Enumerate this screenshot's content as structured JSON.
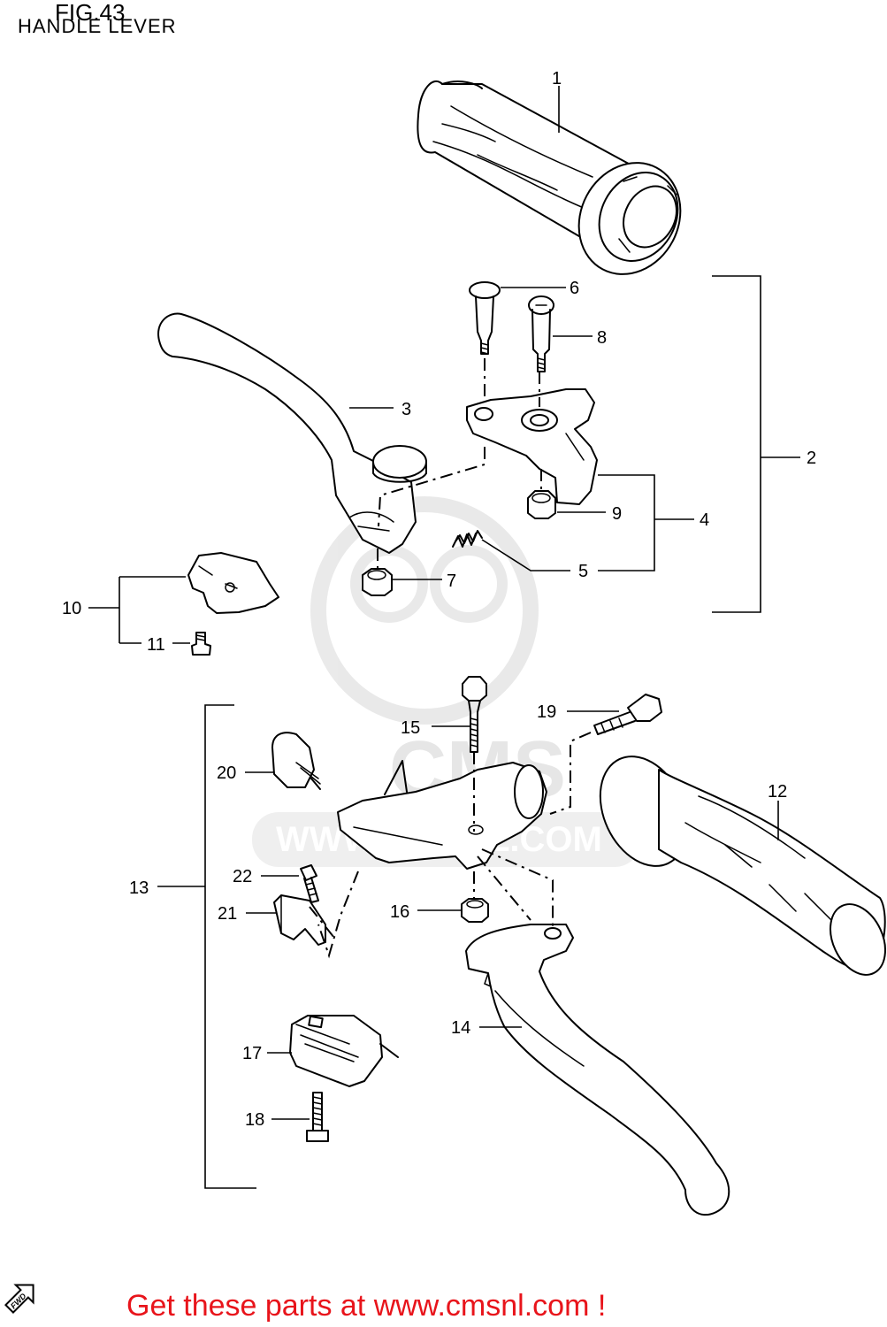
{
  "header": {
    "figure_label": "FIG.43",
    "title": "HANDLE LEVER"
  },
  "callouts": [
    "1",
    "2",
    "3",
    "4",
    "5",
    "6",
    "7",
    "8",
    "9",
    "10",
    "11",
    "12",
    "13",
    "14",
    "15",
    "16",
    "17",
    "18",
    "19",
    "20",
    "21",
    "22"
  ],
  "watermark": {
    "brand": "CMS",
    "url": "WWW.CMSNL.COM"
  },
  "footer": {
    "text": "Get these parts at www.cmsnl.com !",
    "color": "#e8141b"
  },
  "fwd_label": "FWD",
  "icons": [
    "fwd-arrow-icon"
  ]
}
